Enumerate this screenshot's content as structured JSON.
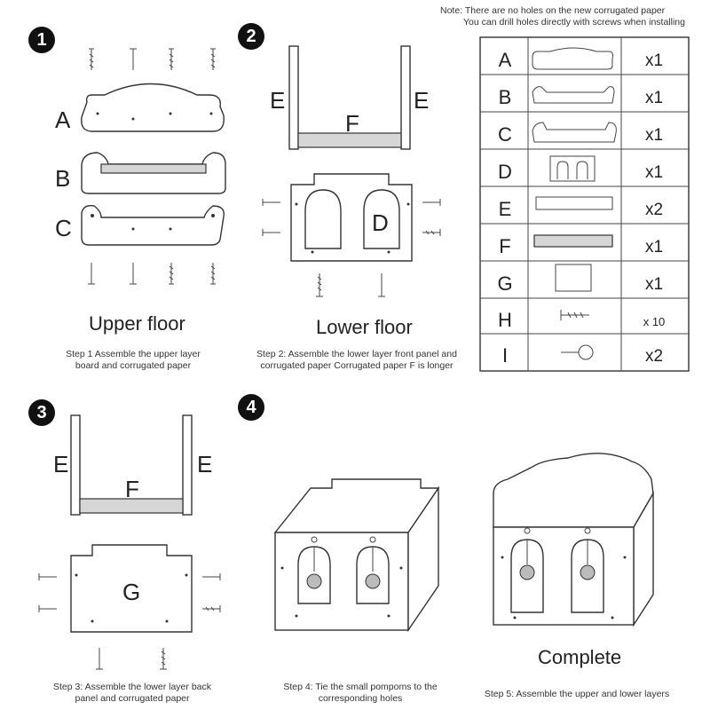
{
  "steps": {
    "step1": {
      "number": "1",
      "labels": [
        "A",
        "B",
        "C"
      ],
      "title": "Upper floor",
      "caption": "Step 1  Assemble the upper layer board and corrugated paper"
    },
    "step2": {
      "number": "2",
      "labels": {
        "e_left": "E",
        "e_right": "E",
        "f": "F",
        "d": "D"
      },
      "title": "Lower floor",
      "caption": "Step 2: Assemble the lower layer front panel and corrugated paper Corrugated paper F is longer"
    },
    "step3": {
      "number": "3",
      "labels": {
        "e_left": "E",
        "e_right": "E",
        "f": "F",
        "g": "G"
      },
      "caption": "Step 3: Assemble the lower layer back panel and corrugated paper"
    },
    "step4": {
      "number": "4",
      "caption": "Step 4: Tie the small pompoms to the corresponding holes"
    },
    "step5": {
      "title": "Complete",
      "caption": "Step 5: Assemble the upper and lower layers"
    }
  },
  "note": {
    "line1": "Note: There are no holes on the new corrugated paper",
    "line2": "You can drill holes directly with screws when installing"
  },
  "parts": [
    {
      "letter": "A",
      "qty": "x1"
    },
    {
      "letter": "B",
      "qty": "x1"
    },
    {
      "letter": "C",
      "qty": "x1"
    },
    {
      "letter": "D",
      "qty": "x1"
    },
    {
      "letter": "E",
      "qty": "x2"
    },
    {
      "letter": "F",
      "qty": "x1"
    },
    {
      "letter": "G",
      "qty": "x1"
    },
    {
      "letter": "H",
      "qty": "x 10"
    },
    {
      "letter": "I",
      "qty": "x2"
    }
  ]
}
